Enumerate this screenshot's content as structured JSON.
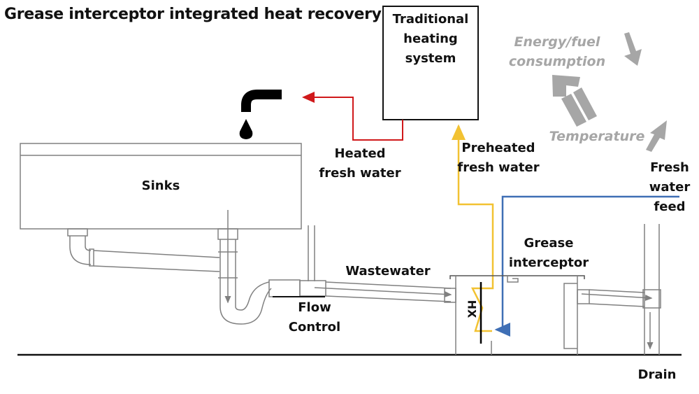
{
  "title": "Grease interceptor integrated heat recovery",
  "labels": {
    "heating_system": [
      "Traditional",
      "heating",
      "system"
    ],
    "heated_fresh_water": [
      "Heated",
      "fresh water"
    ],
    "preheated_fresh_water": [
      "Preheated",
      "fresh water"
    ],
    "fresh_water_feed": [
      "Fresh",
      "water",
      "feed"
    ],
    "sinks": "Sinks",
    "wastewater": "Wastewater",
    "flow_control": [
      "Flow",
      "Control"
    ],
    "grease_interceptor": [
      "Grease",
      "interceptor"
    ],
    "hx": "HX",
    "drain": "Drain",
    "energy_fuel": [
      "Energy/fuel",
      "consumption"
    ],
    "temperature": "Temperature"
  },
  "colors": {
    "heated_line": "#d0191b",
    "preheated_line": "#f2c232",
    "fresh_feed_line": "#3f6fb5",
    "indicator_grey": "#a6a6a6",
    "pipe_grey": "#808080"
  },
  "icons": {
    "faucet": "faucet-icon",
    "droplet": "water-droplet-icon",
    "energy_down": "arrow-down-icon",
    "temperature_up": "arrow-up-icon",
    "relation": "implies-arrow-icon"
  }
}
